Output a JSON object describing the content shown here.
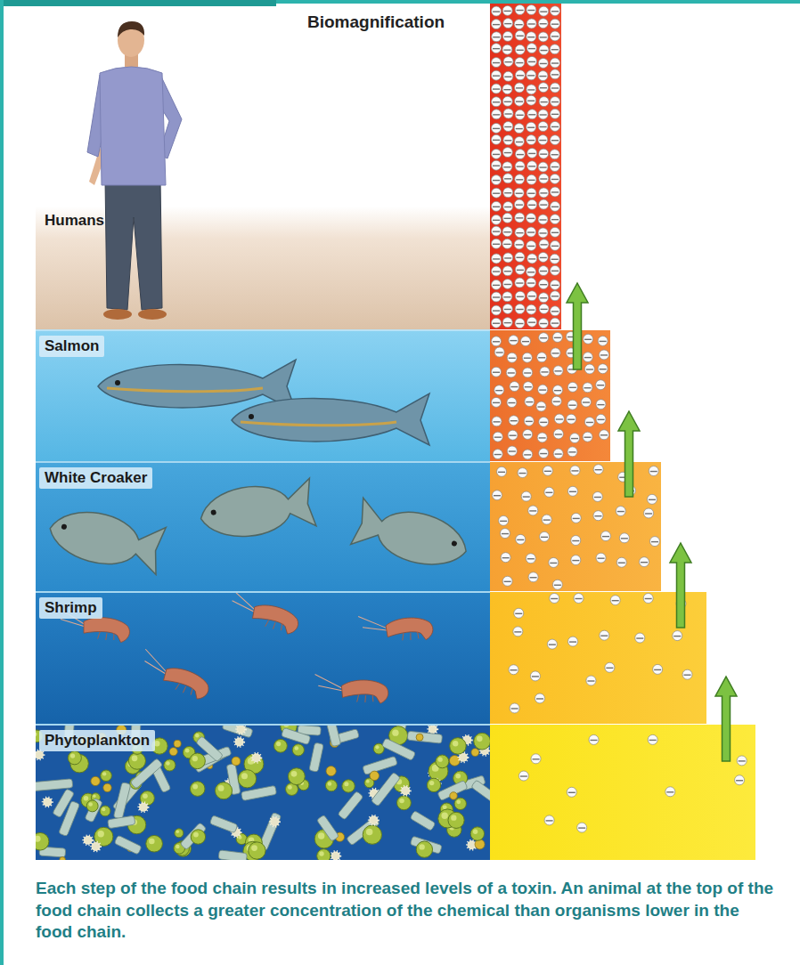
{
  "diagram": {
    "title": "Biomagnification",
    "caption": "Each step of the food chain results in increased levels of a toxin. An animal at the top of the food chain collects a greater concentration of the chemical than organisms lower in the food chain.",
    "nodes": [
      {
        "text": [
          "Humans"
        ]
      },
      {
        "text": [
          "Salmon"
        ]
      },
      {
        "text": [
          "White Croaker"
        ]
      },
      {
        "text": [
          "Shrimp"
        ]
      },
      {
        "text": [
          "Phytoplankton"
        ]
      }
    ]
  }
}
